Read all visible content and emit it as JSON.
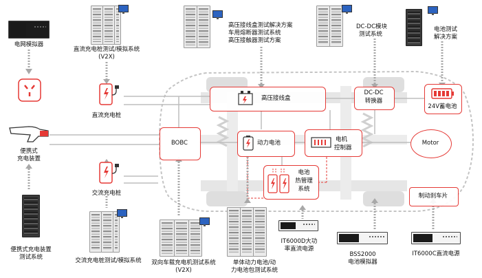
{
  "colors": {
    "accent": "#e53935",
    "car_outline": "#b8b8b8",
    "bus_line": "#bdbdbd",
    "arrow": "#9e9e9e"
  },
  "labels": {
    "grid_sim": "电网模拟器",
    "dc_pile_test": "直流充电桩测试/模拟系统",
    "dc_pile_test_2": "(V2X)",
    "hv_junction_solution_1": "高压接线盒测试解决方案",
    "hv_junction_solution_2": "车用熔断器测试系统",
    "hv_junction_solution_3": "高压接触器测试方案",
    "dcdc_test_1": "DC-DC模块",
    "dcdc_test_2": "测试系统",
    "battery_solution_1": "电池测试",
    "battery_solution_2": "解决方案",
    "dc_pile": "直流充电桩",
    "portable_charger_1": "便携式",
    "portable_charger_2": "充电装置",
    "ac_pile": "交流充电桩",
    "portable_test_1": "便携式充电装置",
    "portable_test_2": "测试系统",
    "ac_pile_test": "交流充电桩测试/模拟系统",
    "v2x_test_1": "双向车载充电机测试系统",
    "v2x_test_2": "(V2X)",
    "cell_test_1": "单体动力电池/动",
    "cell_test_2": "力电池包测试系统",
    "it6000d_1": "IT6000D大功",
    "it6000d_2": "率直流电源",
    "bss2000_1": "BSS2000",
    "bss2000_2": "电池模拟器",
    "it6000c": "IT6000C直流电源"
  },
  "blocks": {
    "hv_junction": "高压接线盒",
    "dcdc_1": "DC-DC",
    "dcdc_2": "转换器",
    "battery_24v": "24V蓄电池",
    "bobc": "BOBC",
    "power_battery": "动力电池",
    "motor_ctrl_1": "电机",
    "motor_ctrl_2": "控制器",
    "motor": "Motor",
    "thermal_1": "电池",
    "thermal_2": "热管理",
    "thermal_3": "系统",
    "brake": "制动刹车片"
  }
}
